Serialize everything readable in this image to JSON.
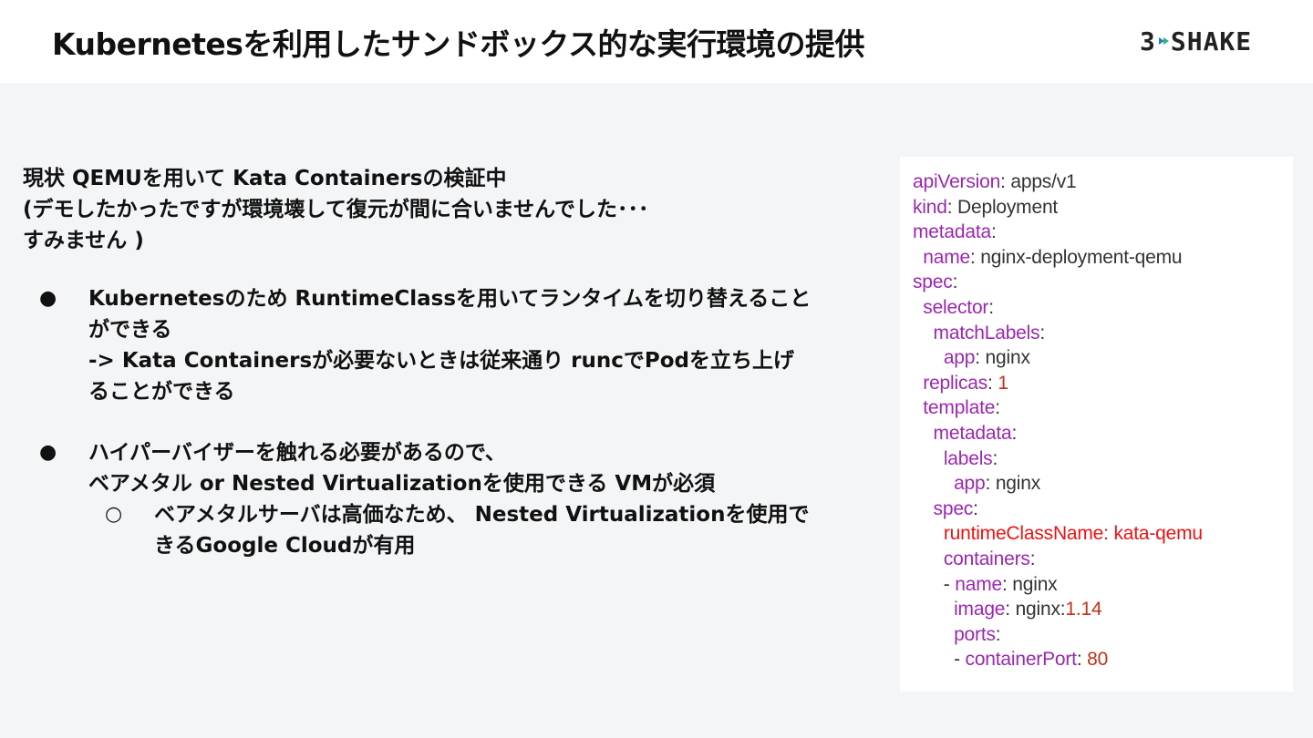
{
  "header": {
    "title": "Kubernetesを利用したサンドボックス的な実行環境の提供",
    "logo": "3SHAKE",
    "logo_left": "3",
    "logo_right": "SHAKE"
  },
  "intro": {
    "line1": "現状 QEMUを用いて Kata Containersの検証中",
    "line2": "(デモしたかったですが環境壊して復元が間に合いませんでした･･･",
    "line3": "すみません )"
  },
  "bullets": [
    {
      "marker": "●",
      "lines": [
        "Kubernetesのため RuntimeClassを用いてランタイムを切り替えること",
        "ができる",
        "-> Kata Containersが必要ないときは従来通り  runcでPodを立ち上げ",
        "ることができる"
      ]
    },
    {
      "marker": "●",
      "lines": [
        "ハイパーバイザーを触れる必要があるので、",
        "ベアメタル  or Nested Virtualizationを使用できる VMが必須"
      ],
      "sub": {
        "marker": "○",
        "lines": [
          "ベアメタルサーバは高価なため、  Nested Virtualizationを使用で",
          "きるGoogle Cloudが有用"
        ]
      }
    }
  ],
  "code": {
    "colors": {
      "key": "#9b27b0",
      "value": "#333333",
      "number": "#c5301a",
      "highlight": "#ee1111"
    },
    "lines": [
      {
        "indent": "",
        "key": "apiVersion",
        "sep": ": ",
        "value": "apps/v1"
      },
      {
        "indent": "",
        "key": "kind",
        "sep": ": ",
        "value": "Deployment"
      },
      {
        "indent": "",
        "key": "metadata",
        "sep": ":",
        "value": ""
      },
      {
        "indent": "  ",
        "key": "name",
        "sep": ": ",
        "value": "nginx-deployment-qemu"
      },
      {
        "indent": "",
        "key": "spec",
        "sep": ":",
        "value": ""
      },
      {
        "indent": "  ",
        "key": "selector",
        "sep": ":",
        "value": ""
      },
      {
        "indent": "    ",
        "key": "matchLabels",
        "sep": ":",
        "value": ""
      },
      {
        "indent": "      ",
        "key": "app",
        "sep": ": ",
        "value": "nginx"
      },
      {
        "indent": "  ",
        "key": "replicas",
        "sep": ": ",
        "value": "1",
        "number": true
      },
      {
        "indent": "  ",
        "key": "template",
        "sep": ":",
        "value": ""
      },
      {
        "indent": "    ",
        "key": "metadata",
        "sep": ":",
        "value": ""
      },
      {
        "indent": "      ",
        "key": "labels",
        "sep": ":",
        "value": ""
      },
      {
        "indent": "        ",
        "key": "app",
        "sep": ": ",
        "value": "nginx"
      },
      {
        "indent": "    ",
        "key": "spec",
        "sep": ":",
        "value": ""
      },
      {
        "indent": "      ",
        "key": "runtimeClassName",
        "sep": ": ",
        "value": "kata-qemu",
        "highlight": true
      },
      {
        "indent": "      ",
        "key": "containers",
        "sep": ":",
        "value": ""
      },
      {
        "indent": "      - ",
        "key": "name",
        "sep": ": ",
        "value": "nginx"
      },
      {
        "indent": "        ",
        "key": "image",
        "sep": ": ",
        "value": "nginx:",
        "tail": "1.14"
      },
      {
        "indent": "        ",
        "key": "ports",
        "sep": ":",
        "value": ""
      },
      {
        "indent": "        - ",
        "key": "containerPort",
        "sep": ": ",
        "value": "80",
        "number": true
      }
    ]
  }
}
